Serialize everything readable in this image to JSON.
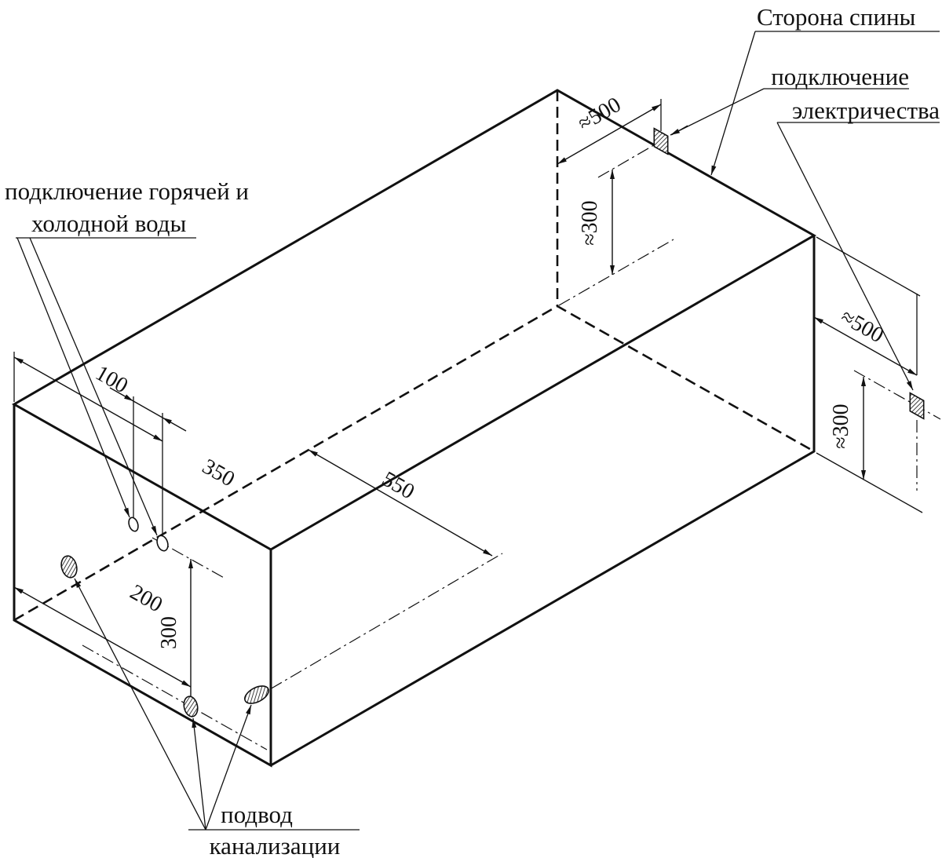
{
  "drawing": {
    "labels": {
      "back_side": "Сторона спины",
      "electricity": [
        "подключение",
        "электричества"
      ],
      "water": [
        "подключение горячей и",
        "холодной воды"
      ],
      "sewage": [
        "подвод",
        "канализации"
      ]
    },
    "dimensions": {
      "water_offset_first": "100",
      "water_offset_second": "350",
      "sewage_offset_length": "550",
      "sewage_offset_width": "200",
      "water_to_sewage_height": "300",
      "electric_top_offset": "≈500",
      "electric_top_height": "≈300",
      "electric_right_offset": "≈500",
      "electric_right_height": "≈300"
    },
    "colors": {
      "line": "#111111",
      "background": "#ffffff"
    }
  }
}
